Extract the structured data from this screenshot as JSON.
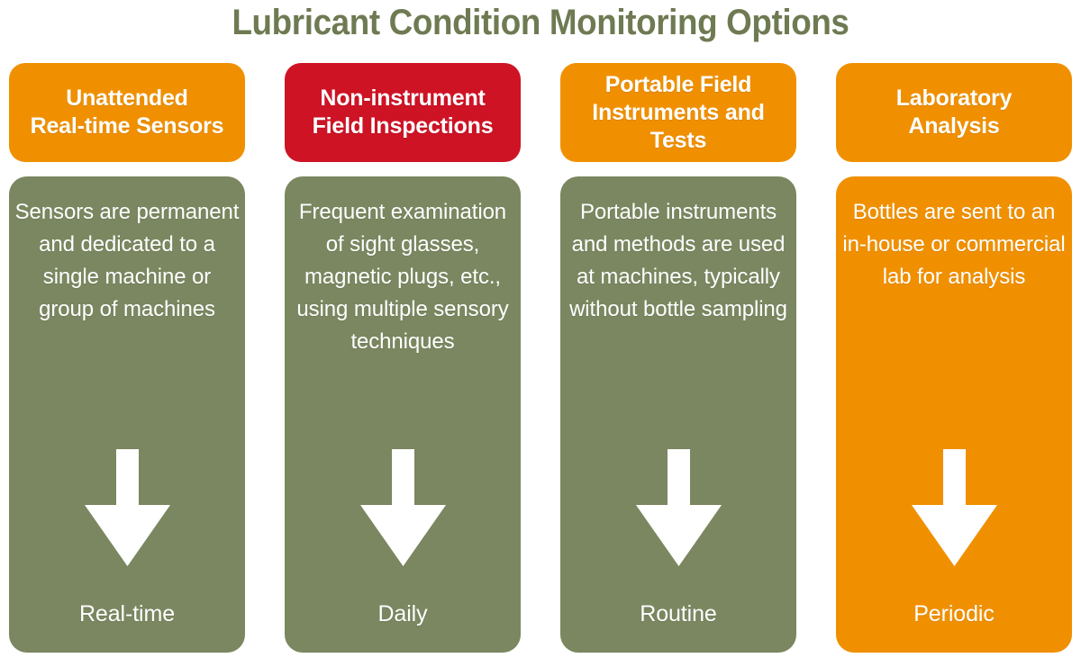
{
  "title": "Lubricant Condition Monitoring Options",
  "colors": {
    "title_green": "#6E7A52",
    "orange": "#F09000",
    "red": "#CE1325",
    "green": "#7A8760",
    "white": "#FFFFFF",
    "background": "#FFFFFF"
  },
  "columns": [
    {
      "header": "Unattended\nReal-time Sensors",
      "header_color": "#F09000",
      "body": "Sensors are permanent and dedicated to a single machine or group of machines",
      "body_color": "#7A8760",
      "arrow_icon": "arrow-down-icon",
      "frequency": "Real-time"
    },
    {
      "header": "Non-instrument\nField Inspections",
      "header_color": "#CE1325",
      "body": "Frequent examination of sight glasses, magnetic plugs, etc., using multiple sensory techniques",
      "body_color": "#7A8760",
      "arrow_icon": "arrow-down-icon",
      "frequency": "Daily"
    },
    {
      "header": "Portable Field\nInstruments and Tests",
      "header_color": "#F09000",
      "body": "Portable instruments and methods are used at machines, typically without bottle sampling",
      "body_color": "#7A8760",
      "arrow_icon": "arrow-down-icon",
      "frequency": "Routine"
    },
    {
      "header": "Laboratory\nAnalysis",
      "header_color": "#F09000",
      "body": "Bottles are sent to an in-house or commercial lab for analysis",
      "body_color": "#F09000",
      "arrow_icon": "arrow-down-icon",
      "frequency": "Periodic"
    }
  ]
}
